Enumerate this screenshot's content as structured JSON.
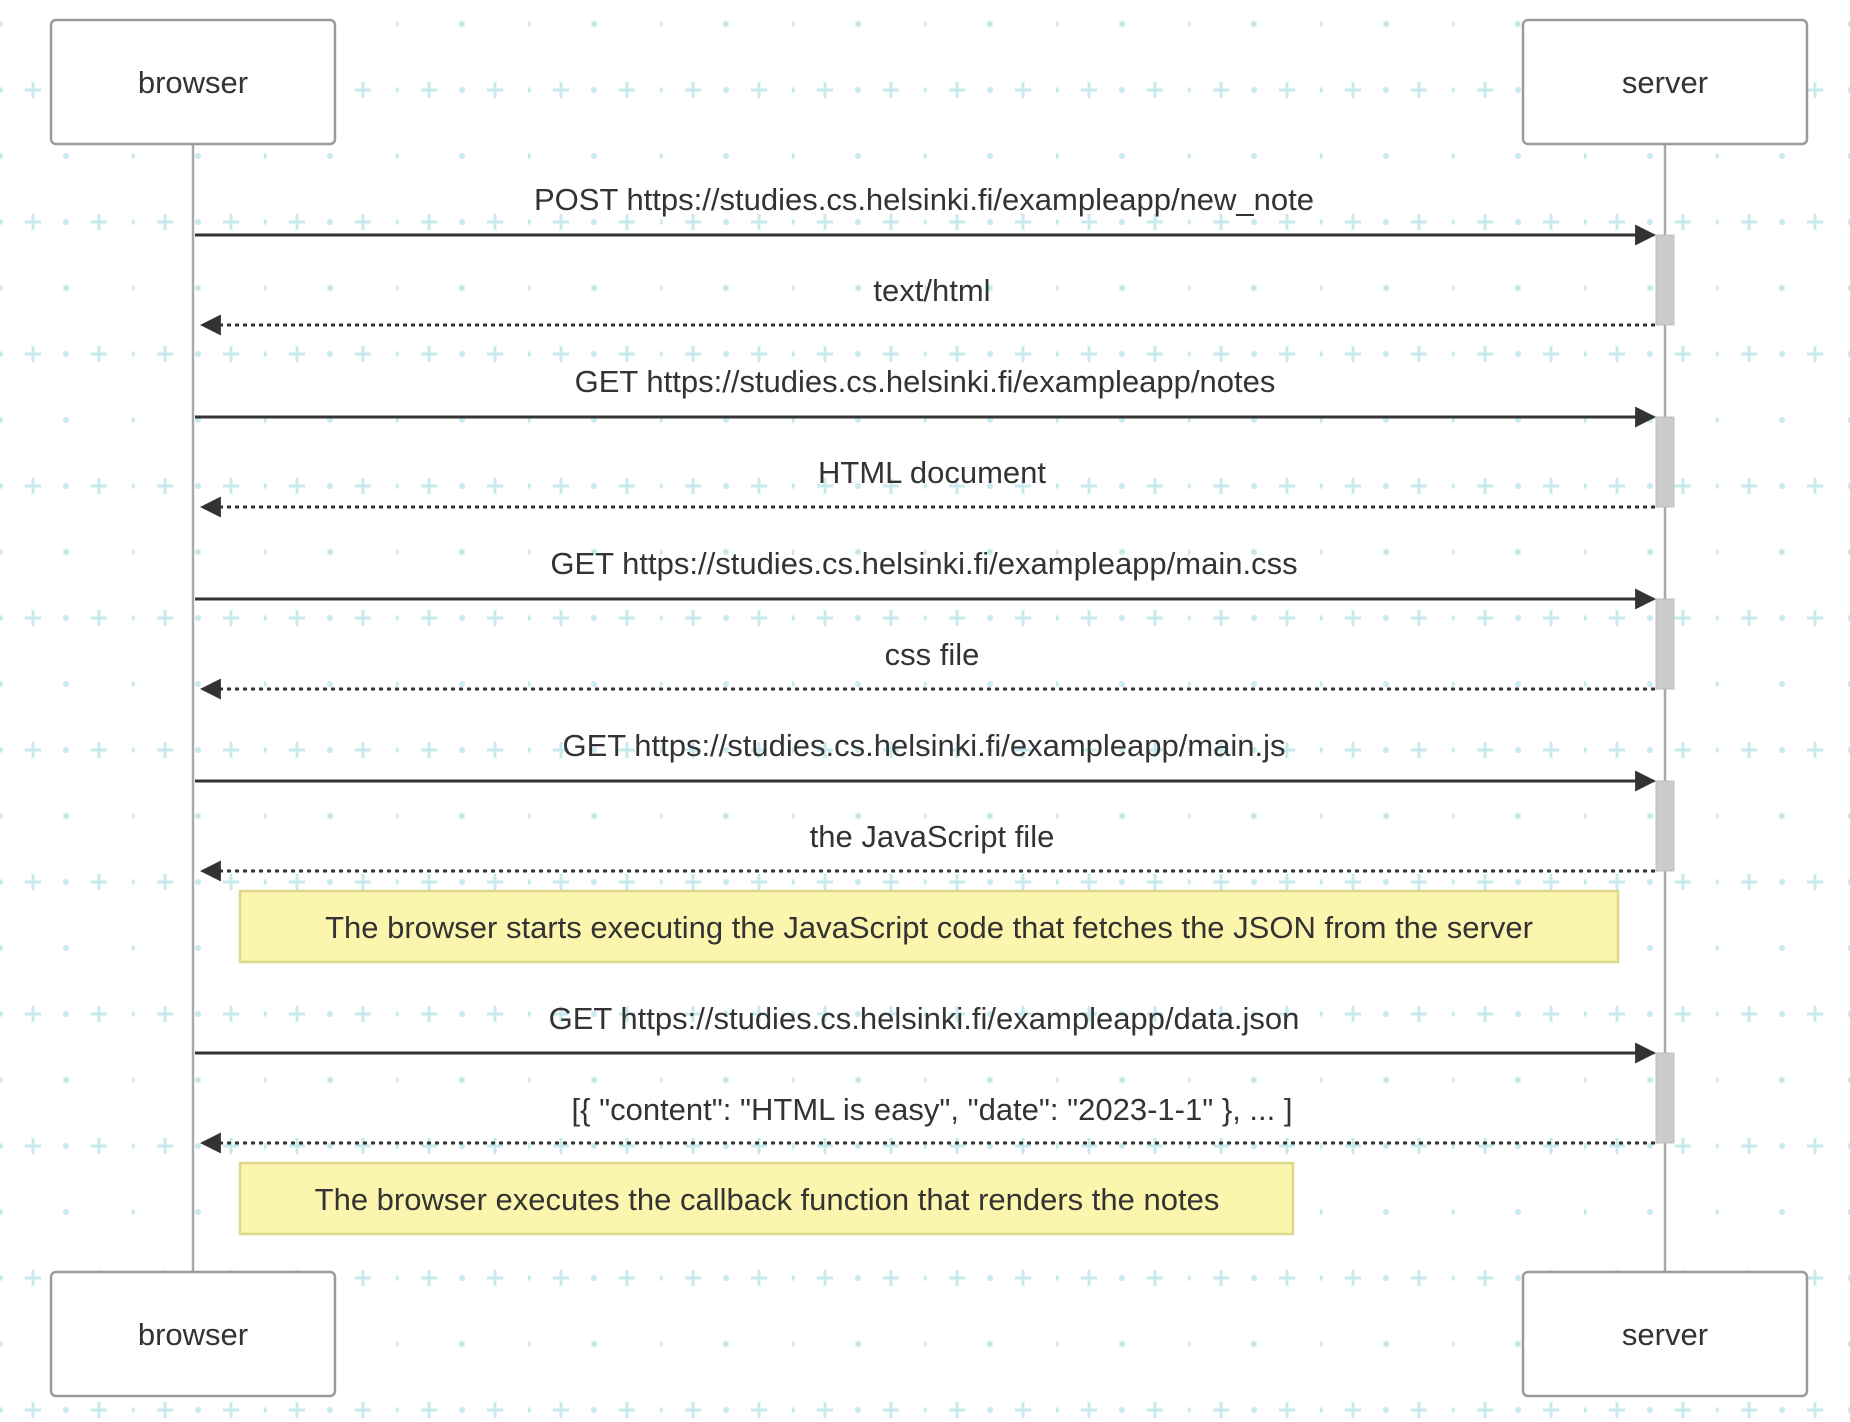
{
  "actors": {
    "left": "browser",
    "right": "server"
  },
  "messages": [
    {
      "label": "POST https://studies.cs.helsinki.fi/exampleapp/new_note",
      "direction": "right",
      "style": "solid"
    },
    {
      "label": "text/html",
      "direction": "left",
      "style": "dashed"
    },
    {
      "label": "GET https://studies.cs.helsinki.fi/exampleapp/notes",
      "direction": "right",
      "style": "solid"
    },
    {
      "label": "HTML document",
      "direction": "left",
      "style": "dashed"
    },
    {
      "label": "GET https://studies.cs.helsinki.fi/exampleapp/main.css",
      "direction": "right",
      "style": "solid"
    },
    {
      "label": "css file",
      "direction": "left",
      "style": "dashed"
    },
    {
      "label": "GET https://studies.cs.helsinki.fi/exampleapp/main.js",
      "direction": "right",
      "style": "solid"
    },
    {
      "label": "the JavaScript file",
      "direction": "left",
      "style": "dashed"
    },
    {
      "label": "GET https://studies.cs.helsinki.fi/exampleapp/data.json",
      "direction": "right",
      "style": "solid"
    },
    {
      "label": "[{ \"content\": \"HTML is easy\", \"date\": \"2023-1-1\" }, ... ]",
      "direction": "left",
      "style": "dashed"
    }
  ],
  "notes": [
    {
      "text": "The browser starts executing the JavaScript code that fetches the JSON from the server"
    },
    {
      "text": "The browser executes the callback function that renders the notes"
    }
  ],
  "colors": {
    "note_fill": "#fcf5ad",
    "note_border": "#ded98a",
    "activation": "#cccccc",
    "line": "#333333",
    "background_pattern": "#a9dfe6"
  }
}
